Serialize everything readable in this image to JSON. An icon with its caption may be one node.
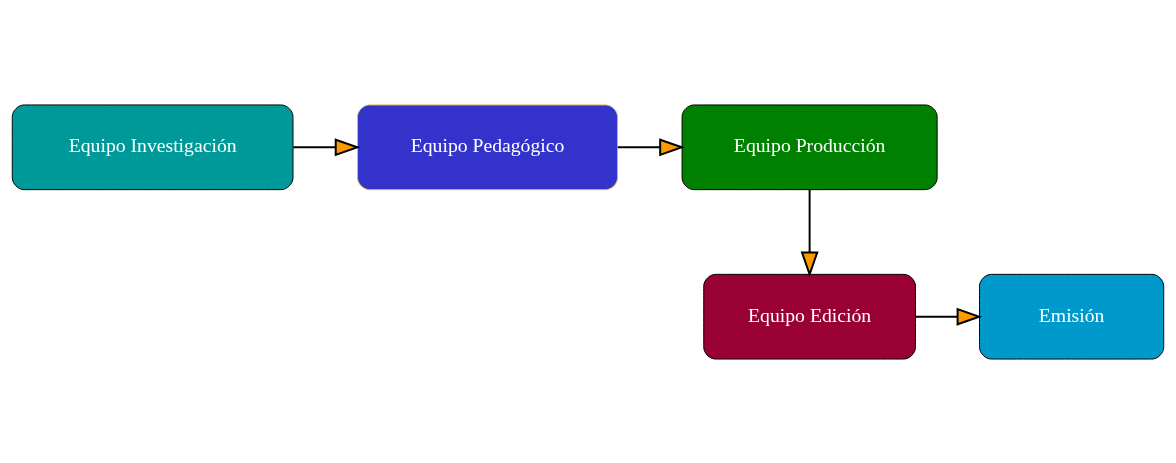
{
  "diagram": {
    "nodes": [
      {
        "text": [
          "Equipo Investigación"
        ]
      },
      {
        "text": [
          "Equipo Pedagógico"
        ]
      },
      {
        "text": [
          "Equipo Producción"
        ]
      },
      {
        "text": [
          "Equipo Edición"
        ]
      },
      {
        "text": [
          "Emisión"
        ]
      }
    ],
    "edges": [
      {
        "from": 0,
        "to": 1,
        "arrow": "to"
      },
      {
        "from": 1,
        "to": 2,
        "arrow": "to"
      },
      {
        "from": 2,
        "to": 3,
        "arrow": "to"
      },
      {
        "from": 3,
        "to": 4,
        "arrow": "to"
      }
    ]
  }
}
